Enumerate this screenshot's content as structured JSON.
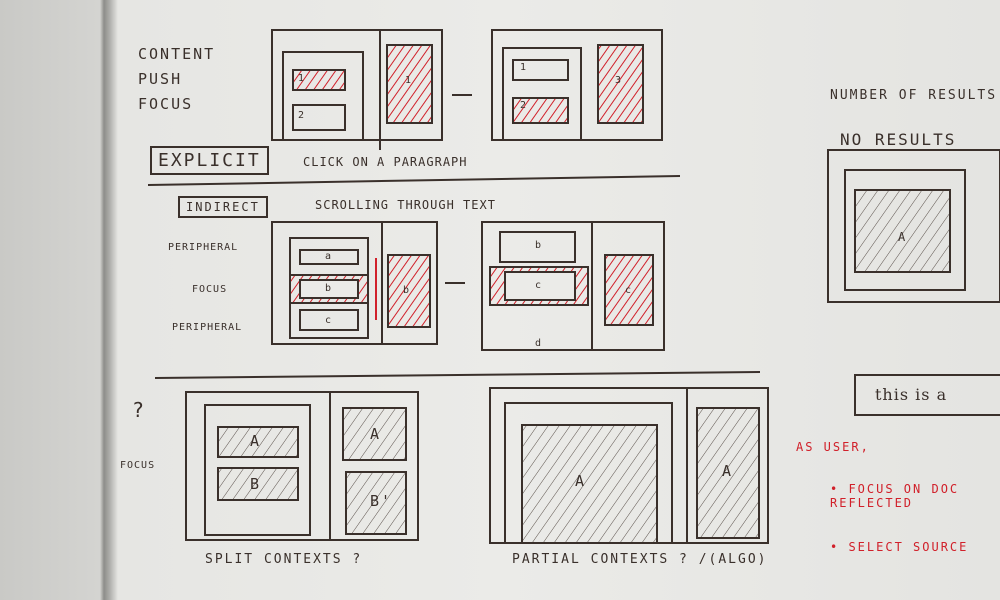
{
  "row1": {
    "title_lines": [
      "CONTENT",
      "PUSH",
      "FOCUS"
    ],
    "tag": "EXPLICIT",
    "caption": "CLICK ON A PARAGRAPH",
    "labels": [
      "1",
      "2",
      "1",
      "1",
      "2",
      "3"
    ]
  },
  "row2": {
    "tag": "INDIRECT",
    "caption": "SCROLLING THROUGH TEXT",
    "side_labels": [
      "PERIPHERAL",
      "FOCUS",
      "PERIPHERAL"
    ],
    "labels": [
      "a",
      "b",
      "c",
      "b",
      "b",
      "c",
      "c",
      "d"
    ]
  },
  "row3": {
    "question": "?",
    "side_label": "FOCUS",
    "labels": [
      "A",
      "B",
      "A",
      "B'",
      "A",
      "A"
    ],
    "caption_left": "SPLIT CONTEXTS ?",
    "caption_right": "PARTIAL CONTEXTS ? /(ALGO)"
  },
  "right": {
    "heading": "NUMBER OF RESULTS",
    "subheading": "NO RESULTS",
    "label": "A",
    "input_text": "this is a",
    "notes_intro": "AS USER,",
    "bullets": [
      "FOCUS ON DOC REFLECTED",
      "SELECT SOURCE"
    ]
  },
  "colors": {
    "ink": "#3a302b",
    "red": "#d1202a"
  }
}
